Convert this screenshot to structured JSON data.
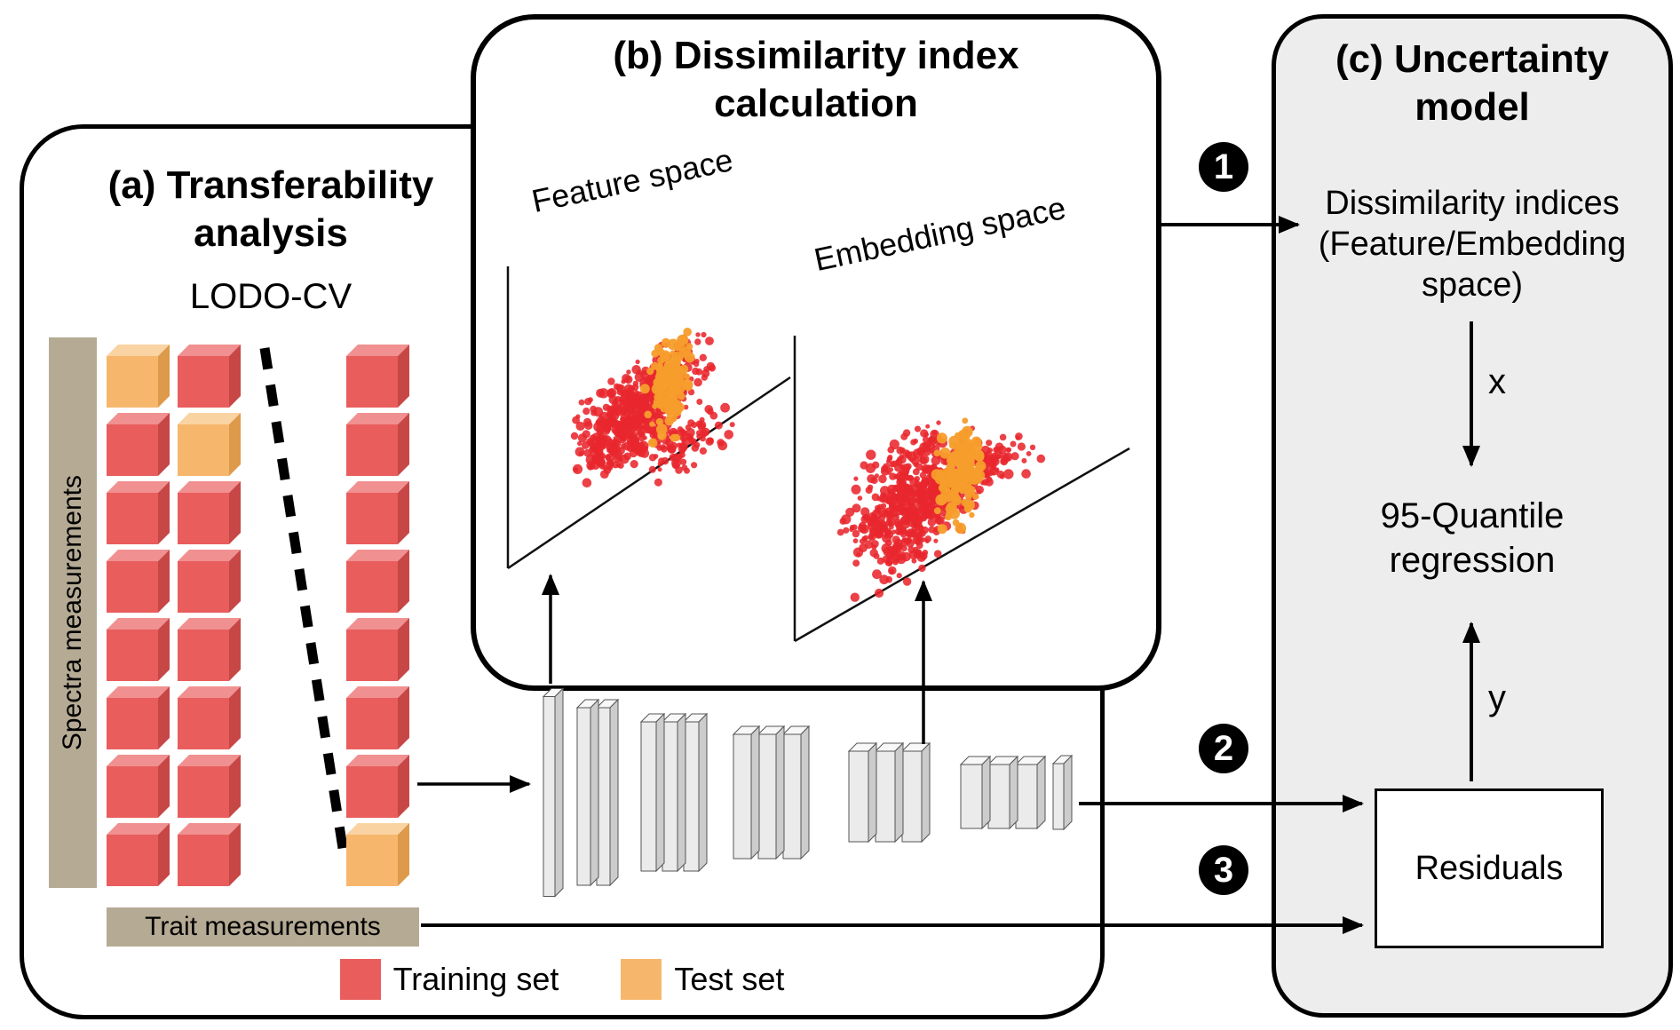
{
  "panel_a": {
    "title_line1": "(a) Transferability",
    "title_line2": "analysis",
    "subtitle": "LODO-CV",
    "spectra_bar_label": "Spectra measurements",
    "trait_bar_label": "Trait measurements",
    "legend": [
      {
        "swatch": "training",
        "label": "Training set"
      },
      {
        "swatch": "test",
        "label": "Test set"
      }
    ],
    "cube_grid": {
      "columns": [
        {
          "cells": [
            "test",
            "training",
            "training",
            "training",
            "training",
            "training",
            "training",
            "training"
          ]
        },
        {
          "cells": [
            "training",
            "test",
            "training",
            "training",
            "training",
            "training",
            "training",
            "training"
          ]
        },
        {
          "cells": [
            "training",
            "training",
            "training",
            "training",
            "training",
            "training",
            "training",
            "test"
          ]
        }
      ]
    }
  },
  "panel_b": {
    "title_line1": "(b) Dissimilarity index",
    "title_line2": "calculation",
    "feature_space_label": "Feature space",
    "embedding_space_label": "Embedding space"
  },
  "panel_c": {
    "title_line1": "(c) Uncertainty",
    "title_line2": "model",
    "dissimilarity_line1": "Dissimilarity indices",
    "dissimilarity_line2": "(Feature/Embedding",
    "dissimilarity_line3": "space)",
    "x_label": "x",
    "quantile_line1": "95-Quantile",
    "quantile_line2": "regression",
    "y_label": "y",
    "residuals_label": "Residuals"
  },
  "badges": {
    "one": "1",
    "two": "2",
    "three": "3"
  },
  "colors": {
    "training_front": "#e95d5d",
    "training_top": "#f19090",
    "training_side": "#c74747",
    "test_front": "#f6b76d",
    "test_top": "#fad3a2",
    "test_side": "#dd9a4b",
    "tan_bar": "#b5aa94",
    "panel_c_bg": "#ededed",
    "scatter_red": "#e8272e",
    "scatter_orange": "#f79d2c",
    "nn_front": "#ebebeb",
    "nn_top": "#f8f8f8",
    "nn_side": "#cccccc"
  }
}
